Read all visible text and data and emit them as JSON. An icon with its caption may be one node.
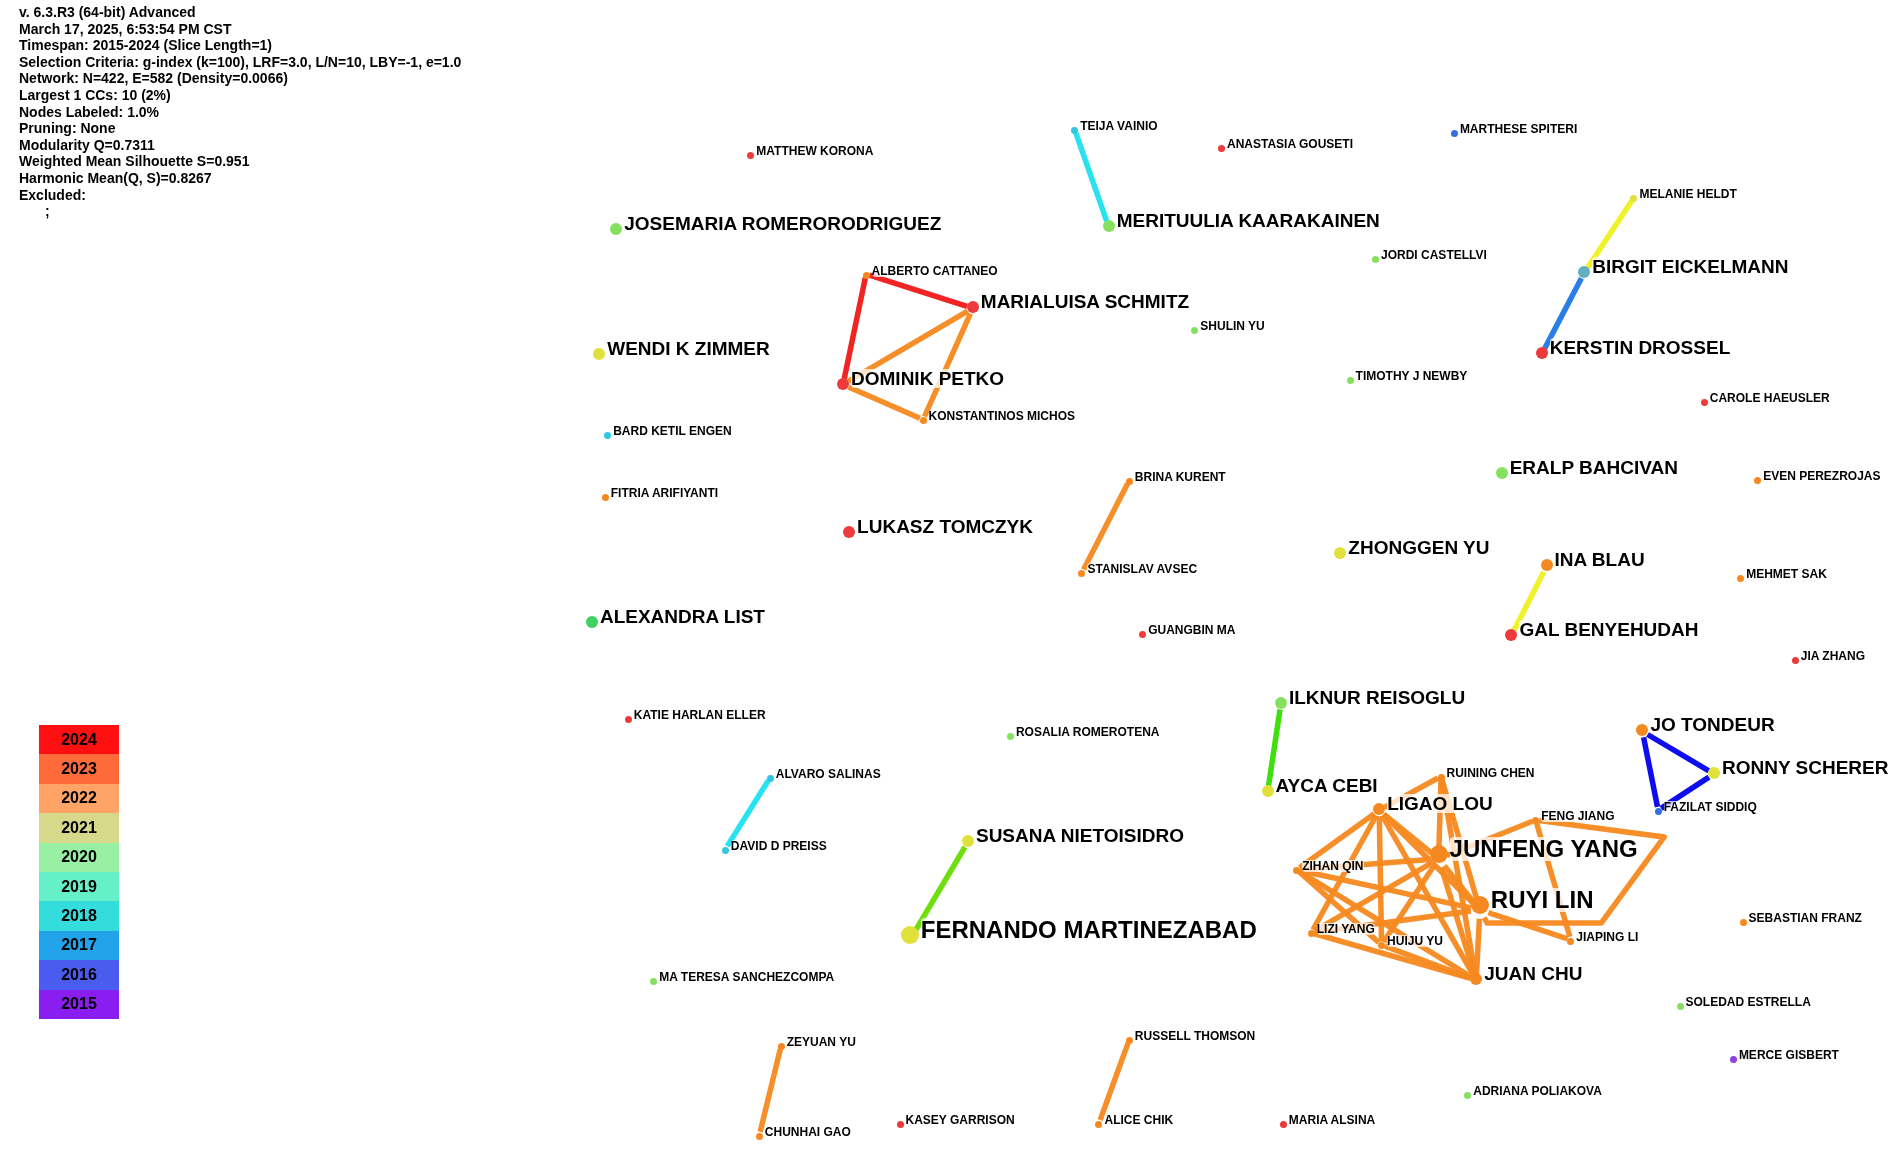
{
  "diagram": {
    "nodes": [
      {
        "text": [
          "MATTHEW KORONA"
        ]
      },
      {
        "text": [
          "TEIJA VAINIO"
        ]
      },
      {
        "text": [
          "ANASTASIA GOUSETI"
        ]
      },
      {
        "text": [
          "MARTHESE SPITERI"
        ]
      },
      {
        "text": [
          "JOSEMARIA ROMERORODRIGUEZ"
        ]
      },
      {
        "text": [
          "MERITUULIA KAARAKAINEN"
        ]
      },
      {
        "text": [
          "MELANIE HELDT"
        ]
      },
      {
        "text": [
          "JORDI CASTELLVI"
        ]
      },
      {
        "text": [
          "BIRGIT EICKELMANN"
        ]
      },
      {
        "text": [
          "ALBERTO CATTANEO"
        ]
      },
      {
        "text": [
          "MARIALUISA SCHMITZ"
        ]
      },
      {
        "text": [
          "SHULIN YU"
        ]
      },
      {
        "text": [
          "WENDI K ZIMMER"
        ]
      },
      {
        "text": [
          "KERSTIN DROSSEL"
        ]
      },
      {
        "text": [
          "TIMOTHY J NEWBY"
        ]
      },
      {
        "text": [
          "DOMINIK PETKO"
        ]
      },
      {
        "text": [
          "CAROLE HAEUSLER"
        ]
      },
      {
        "text": [
          "KONSTANTINOS MICHOS"
        ]
      },
      {
        "text": [
          "BARD KETIL ENGEN"
        ]
      },
      {
        "text": [
          "ERALP BAHCIVAN"
        ]
      },
      {
        "text": [
          "EVEN PEREZROJAS"
        ]
      },
      {
        "text": [
          "BRINA KURENT"
        ]
      },
      {
        "text": [
          "FITRIA ARIFIYANTI"
        ]
      },
      {
        "text": [
          "LUKASZ TOMCZYK"
        ]
      },
      {
        "text": [
          "ZHONGGEN YU"
        ]
      },
      {
        "text": [
          "INA BLAU"
        ]
      },
      {
        "text": [
          "STANISLAV AVSEC"
        ]
      },
      {
        "text": [
          "MEHMET SAK"
        ]
      },
      {
        "text": [
          "ALEXANDRA LIST"
        ]
      },
      {
        "text": [
          "GAL BENYEHUDAH"
        ]
      },
      {
        "text": [
          "GUANGBIN MA"
        ]
      },
      {
        "text": [
          "JIA ZHANG"
        ]
      },
      {
        "text": [
          "ILKNUR REISOGLU"
        ]
      },
      {
        "text": [
          "KATIE HARLAN ELLER"
        ]
      },
      {
        "text": [
          "JO TONDEUR"
        ]
      },
      {
        "text": [
          "ROSALIA ROMEROTENA"
        ]
      },
      {
        "text": [
          "RONNY SCHERER"
        ]
      },
      {
        "text": [
          "RUINING CHEN"
        ]
      },
      {
        "text": [
          "ALVARO SALINAS"
        ]
      },
      {
        "text": [
          "AYCA CEBI"
        ]
      },
      {
        "text": [
          "LIGAO LOU"
        ]
      },
      {
        "text": [
          "FAZILAT SIDDIQ"
        ]
      },
      {
        "text": [
          "FENG JIANG"
        ]
      },
      {
        "text": [
          "DAVID D PREISS"
        ]
      },
      {
        "text": [
          "SUSANA NIETOISIDRO"
        ]
      },
      {
        "text": [
          "JUNFENG YANG"
        ]
      },
      {
        "text": [
          "ZIHAN QIN"
        ]
      },
      {
        "text": [
          "RUYI LIN"
        ]
      },
      {
        "text": [
          "SEBASTIAN FRANZ"
        ]
      },
      {
        "text": [
          "FERNANDO MARTINEZABAD"
        ]
      },
      {
        "text": [
          "LIZI YANG"
        ]
      },
      {
        "text": [
          "HUIJU YU"
        ]
      },
      {
        "text": [
          "JIAPING LI"
        ]
      },
      {
        "text": [
          "JUAN CHU"
        ]
      },
      {
        "text": [
          "MA TERESA SANCHEZCOMPA"
        ]
      },
      {
        "text": [
          "SOLEDAD ESTRELLA"
        ]
      },
      {
        "text": [
          "ZEYUAN YU"
        ]
      },
      {
        "text": [
          "RUSSELL THOMSON"
        ]
      },
      {
        "text": [
          "MERCE GISBERT"
        ]
      },
      {
        "text": [
          "ADRIANA POLIAKOVA"
        ]
      },
      {
        "text": [
          "CHUNHAI GAO"
        ]
      },
      {
        "text": [
          "KASEY GARRISON"
        ]
      },
      {
        "text": [
          "ALICE CHIK"
        ]
      },
      {
        "text": [
          "MARIA ALSINA"
        ]
      }
    ],
    "edges": [
      {
        "from": 1,
        "to": 5,
        "arrow": "none",
        "color": "#1ee0f0"
      },
      {
        "from": 6,
        "to": 8,
        "arrow": "none",
        "color": "#f0f020"
      },
      {
        "from": 8,
        "to": 13,
        "arrow": "none",
        "color": "#1e78e6"
      },
      {
        "from": 9,
        "to": 10,
        "arrow": "none",
        "color": "#f01818"
      },
      {
        "from": 9,
        "to": 15,
        "arrow": "none",
        "color": "#f01818"
      },
      {
        "from": 15,
        "to": 10,
        "arrow": "none"
      },
      {
        "from": 10,
        "to": 17,
        "arrow": "none"
      },
      {
        "from": 15,
        "to": 17,
        "arrow": "none"
      },
      {
        "from": 21,
        "to": 26,
        "arrow": "none"
      },
      {
        "from": 25,
        "to": 29,
        "arrow": "none",
        "color": "#f0f020"
      },
      {
        "from": 32,
        "to": 39,
        "arrow": "none",
        "color": "#33dd00"
      },
      {
        "from": 38,
        "to": 43,
        "arrow": "none",
        "color": "#1ee0f0"
      },
      {
        "from": 44,
        "to": 49,
        "arrow": "none",
        "color": "#66dd00"
      },
      {
        "from": 34,
        "to": 36,
        "arrow": "none",
        "color": "#0000ee"
      },
      {
        "from": 34,
        "to": 41,
        "arrow": "none",
        "color": "#0000ee"
      },
      {
        "from": 36,
        "to": 41,
        "arrow": "none",
        "color": "#0000ee"
      },
      {
        "from": 56,
        "to": 60,
        "arrow": "none"
      },
      {
        "from": 57,
        "to": 62,
        "arrow": "none"
      },
      {
        "from": 40,
        "to": 37,
        "arrow": "none"
      },
      {
        "from": 40,
        "to": 45,
        "arrow": "none"
      },
      {
        "from": 40,
        "to": 47,
        "arrow": "none"
      },
      {
        "from": 40,
        "to": 53,
        "arrow": "none"
      },
      {
        "from": 40,
        "to": 46,
        "arrow": "none"
      },
      {
        "from": 40,
        "to": 50,
        "arrow": "none"
      },
      {
        "from": 40,
        "to": 51,
        "arrow": "none"
      },
      {
        "from": 37,
        "to": 45,
        "arrow": "none"
      },
      {
        "from": 37,
        "to": 47,
        "arrow": "none"
      },
      {
        "from": 37,
        "to": 53,
        "arrow": "none"
      },
      {
        "from": 45,
        "to": 47,
        "arrow": "none"
      },
      {
        "from": 45,
        "to": 53,
        "arrow": "none"
      },
      {
        "from": 45,
        "to": 46,
        "arrow": "none"
      },
      {
        "from": 45,
        "to": 42,
        "arrow": "none"
      },
      {
        "from": 45,
        "to": 50,
        "arrow": "none"
      },
      {
        "from": 45,
        "to": 51,
        "arrow": "none"
      },
      {
        "from": 47,
        "to": 53,
        "arrow": "none"
      },
      {
        "from": 47,
        "to": 46,
        "arrow": "none"
      },
      {
        "from": 47,
        "to": 50,
        "arrow": "none"
      },
      {
        "from": 47,
        "to": 42,
        "arrow": "none"
      },
      {
        "from": 47,
        "to": 52,
        "arrow": "none"
      },
      {
        "from": 42,
        "to": 52,
        "arrow": "none"
      },
      {
        "from": 46,
        "to": 53,
        "arrow": "none"
      },
      {
        "from": 46,
        "to": 51,
        "arrow": "none"
      },
      {
        "from": 50,
        "to": 53,
        "arrow": "none"
      },
      {
        "from": 51,
        "to": 53,
        "arrow": "none"
      }
    ],
    "labels": [
      "v. 6.3.R3 (64-bit) Advanced",
      "March 17, 2025, 6:53:54 PM CST",
      "Timespan: 2015-2024 (Slice Length=1)",
      "Selection Criteria: g-index (k=100), LRF=3.0, L/N=10, LBY=-1, e=1.0",
      "Network: N=422, E=582 (Density=0.0066)",
      "Largest 1 CCs: 10 (2%)",
      "Nodes Labeled: 1.0%",
      "Pruning: None",
      "Modularity Q=0.7311",
      "Weighted Mean Silhouette S=0.951",
      "Harmonic Mean(Q, S)=0.8267",
      "Excluded:",
      ";"
    ],
    "legend": [
      {
        "text": "2024",
        "color": "#ff1010"
      },
      {
        "text": "2023",
        "color": "#ff6a3a"
      },
      {
        "text": "2022",
        "color": "#ffa466"
      },
      {
        "text": "2021",
        "color": "#d6d88a"
      },
      {
        "text": "2020",
        "color": "#98f0a4"
      },
      {
        "text": "2019",
        "color": "#66f0c8"
      },
      {
        "text": "2018",
        "color": "#34dcdc"
      },
      {
        "text": "2017",
        "color": "#22a2e8"
      },
      {
        "text": "2016",
        "color": "#4a5cf0"
      },
      {
        "text": "2015",
        "color": "#8a1ef0"
      }
    ]
  }
}
